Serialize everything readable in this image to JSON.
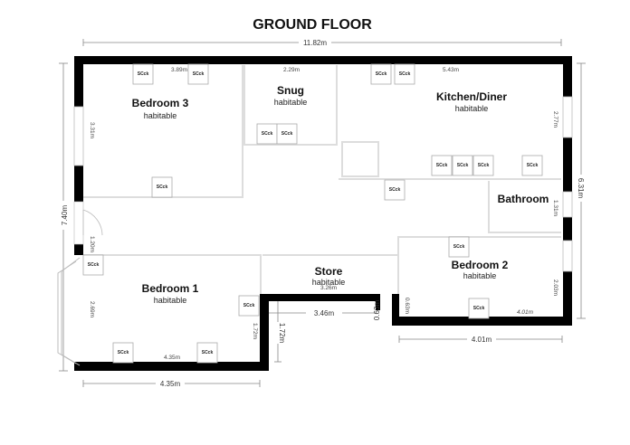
{
  "title": "GROUND FLOOR",
  "fixture_label": "SCck",
  "rooms": {
    "bedroom3": {
      "name": "Bedroom 3",
      "type": "habitable",
      "width": "3.89m",
      "height": "3.31m"
    },
    "snug": {
      "name": "Snug",
      "type": "habitable",
      "width": "2.29m"
    },
    "kitchen": {
      "name": "Kitchen/Diner",
      "type": "habitable",
      "width": "5.43m",
      "height": "2.77m"
    },
    "bathroom": {
      "name": "Bathroom",
      "height": "1.31m"
    },
    "bedroom1": {
      "name": "Bedroom 1",
      "type": "habitable",
      "width": "4.35m",
      "height": "2.69m",
      "height2": "1.72m"
    },
    "store": {
      "name": "Store",
      "type": "habitable",
      "width": "3.26m"
    },
    "bedroom2": {
      "name": "Bedroom 2",
      "type": "habitable",
      "width": "4.01m",
      "height": "2.03m",
      "height2": "0.63m"
    },
    "hall": {
      "height": "1.20m"
    }
  },
  "dimensions": {
    "overall_width": "11.82m",
    "overall_left_height": "7.40m",
    "overall_right_height": "6.31m",
    "bedroom1_width": "4.35m",
    "store_width": "3.46m",
    "store_height": "1.72m",
    "notch_height": "0.63m",
    "bedroom2_width": "4.01m"
  }
}
